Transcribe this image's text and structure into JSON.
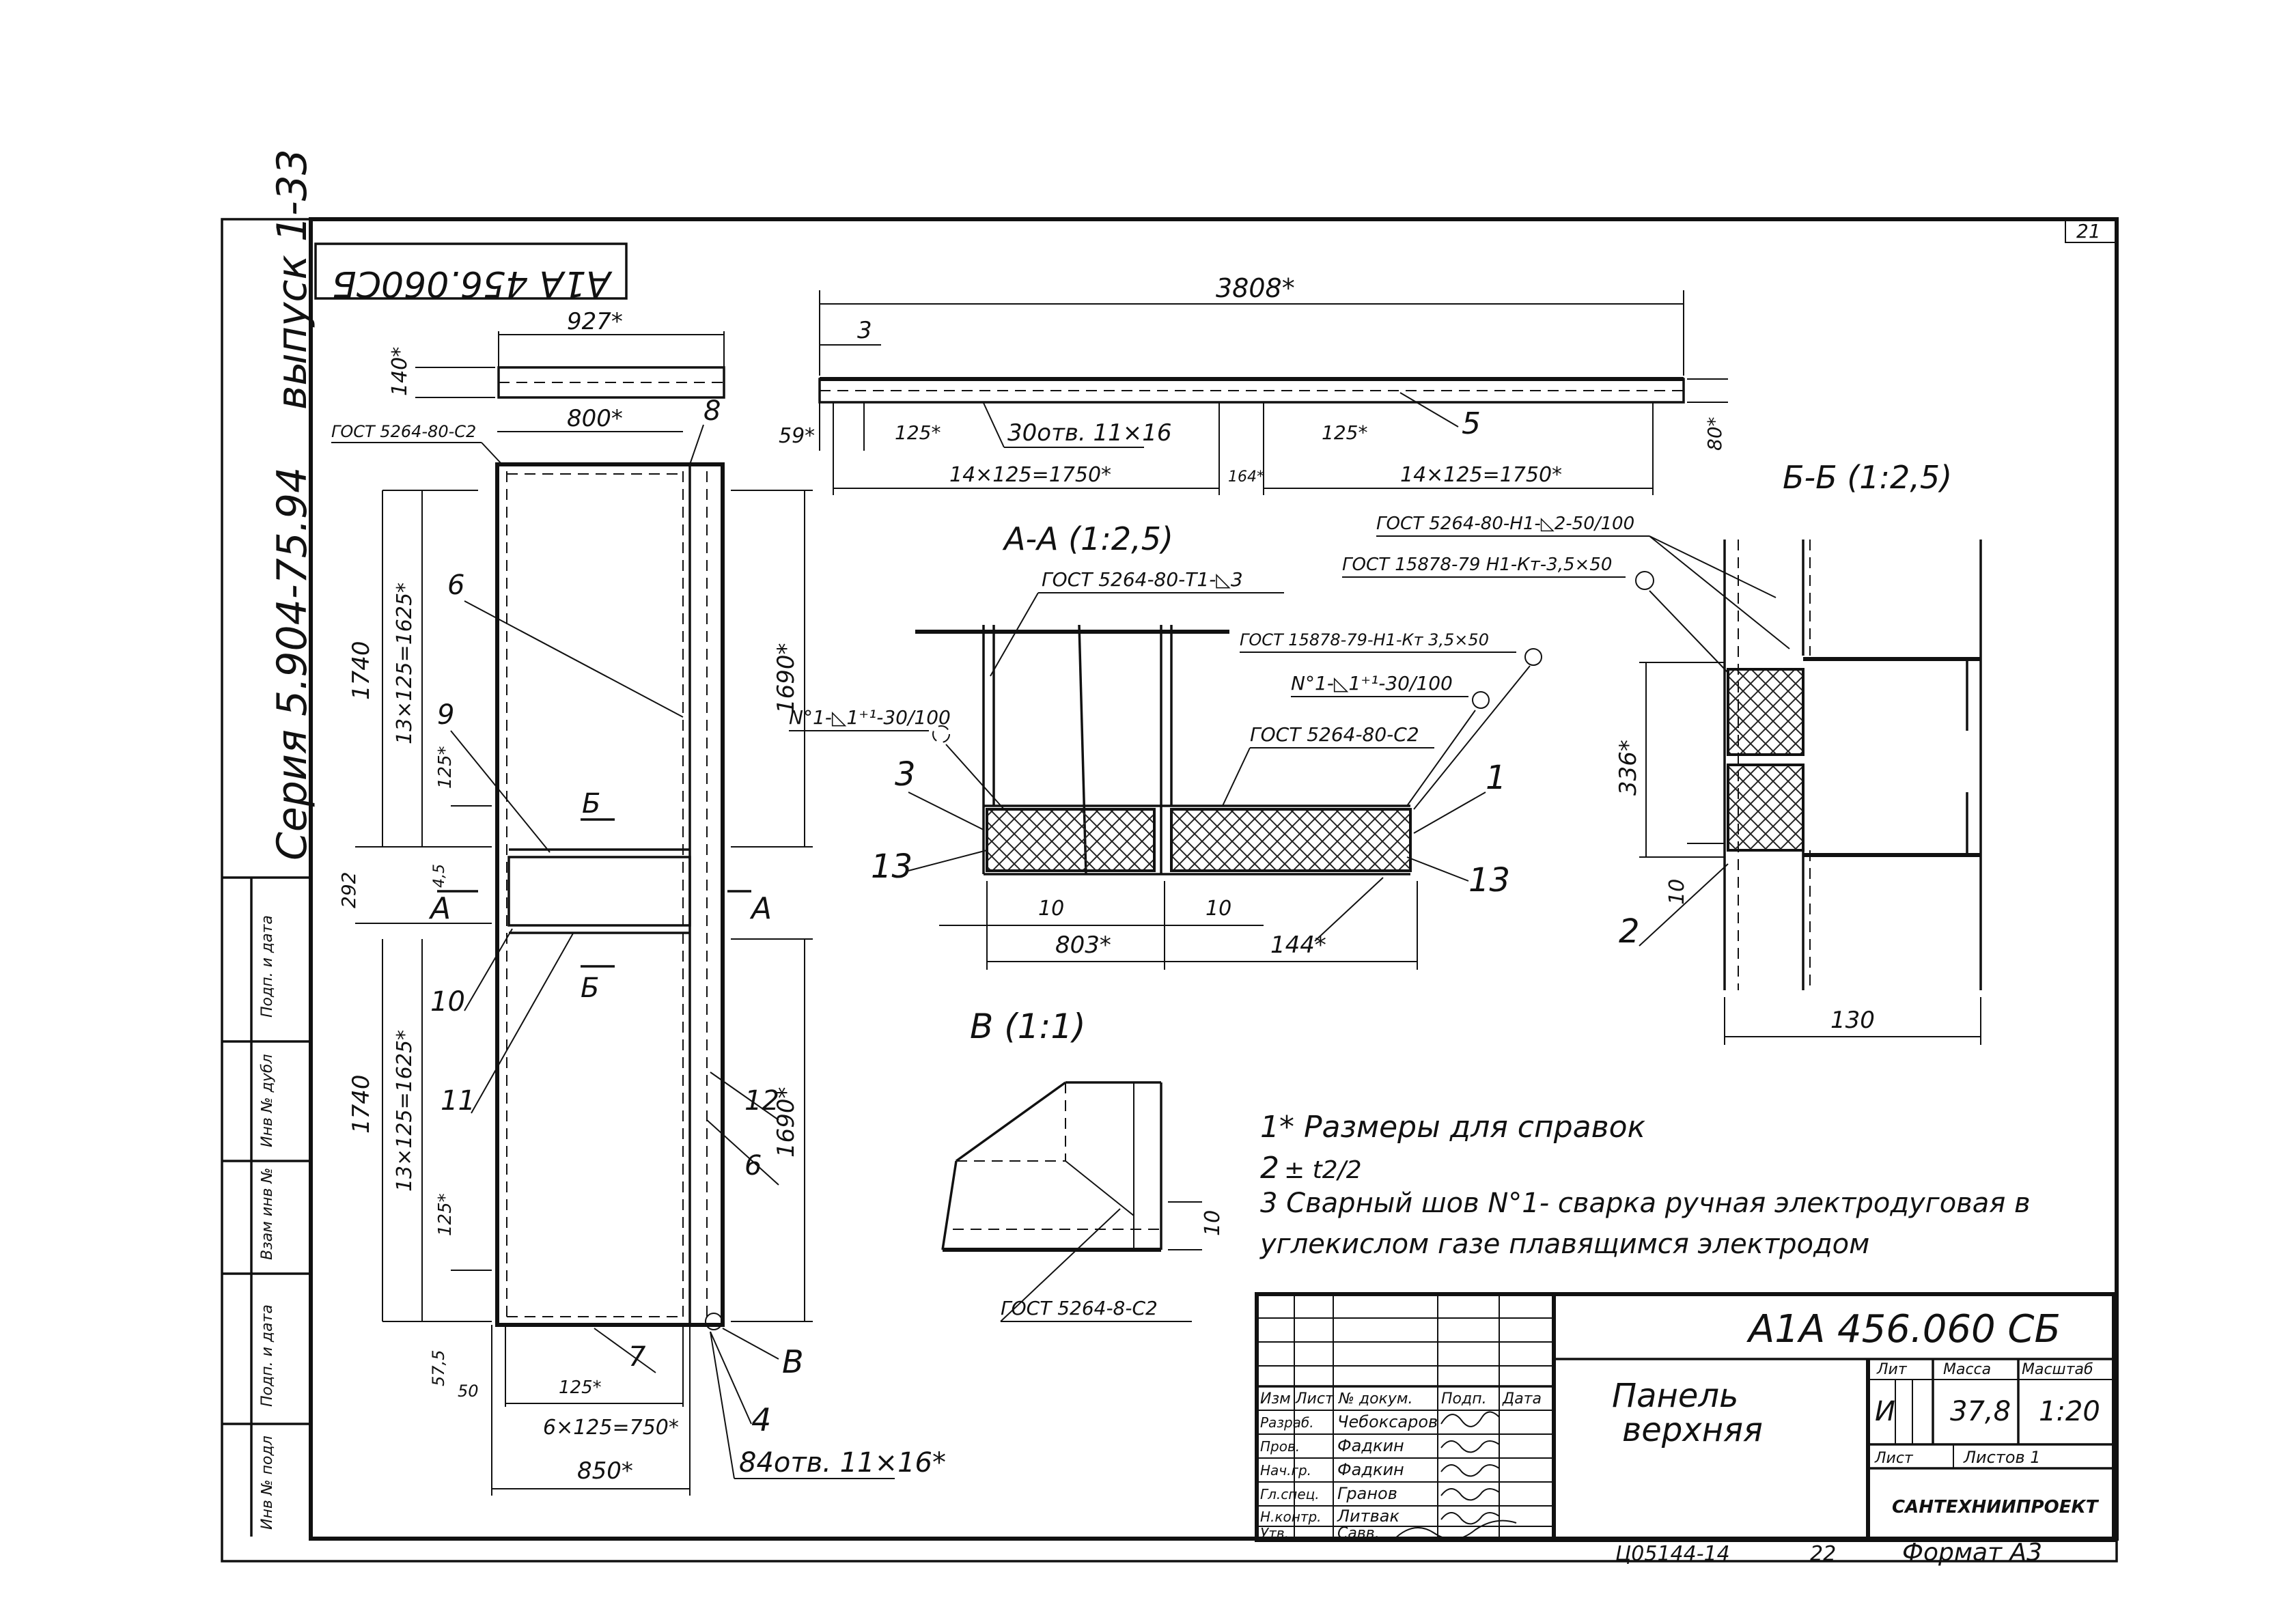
{
  "sheet": {
    "page_number": "21",
    "code_stamp_mirrored": "А1А 456.060СБ",
    "series_label": "Серия 5.904-75.94",
    "issue_label": "выпуск 1-33",
    "bottom_code": "Ц05144-14",
    "bottom_number": "22",
    "format_label": "Формат А3"
  },
  "left_strip": {
    "labels": [
      "Подп. и дата",
      "Инв № дубл",
      "Взам инв №",
      "Подп. и дата",
      "Инв № подл"
    ]
  },
  "top_view": {
    "dim_927": "927*",
    "dim_140": "140*"
  },
  "plan_view": {
    "dim_800": "800*",
    "dim_850": "850*",
    "dim_1740_top": "1740",
    "dim_1740_bottom": "1740",
    "dim_13x125_top": "13×125=1625*",
    "dim_13x125_bottom": "13×125=1625*",
    "dim_1690_top": "1690*",
    "dim_1690_bottom": "1690*",
    "dim_292": "292",
    "dim_45": "4,5",
    "dim_125_a": "125*",
    "dim_125_b": "125*",
    "dim_125_c": "125*",
    "dim_575": "57,5",
    "dim_50": "50",
    "dim_6x125": "6×125=750*",
    "holes_84": "84отв. 11×16*",
    "weld_gost": "ГОСТ 5264-80-С2",
    "section_A": "А",
    "section_B": "Б",
    "callout_V": "В",
    "callouts": [
      "8",
      "6",
      "9",
      "10",
      "11",
      "12",
      "6",
      "7",
      "4"
    ]
  },
  "side_view": {
    "dim_3808": "3808*",
    "dim_3": "3",
    "dim_59": "59*",
    "dim_125_l": "125*",
    "dim_125_r": "125*",
    "holes_30": "30отв. 11×16",
    "dim_14x125_l": "14×125=1750*",
    "dim_14x125_r": "14×125=1750*",
    "dim_164": "164*",
    "dim_80": "80*",
    "callout_5": "5"
  },
  "section_AA": {
    "title": "А-А (1:2,5)",
    "gost_t1": "ГОСТ 5264-80-Т1-◺3",
    "gost_15878": "ГОСТ 15878-79-Н1-Кт 3,5×50",
    "weld_n1_left": "N°1-◺1⁺¹-30/100",
    "weld_n1_right": "N°1-◺1⁺¹-30/100",
    "gost_c2": "ГОСТ 5264-80-С2",
    "dim_10_l": "10",
    "dim_10_r": "10",
    "dim_803": "803*",
    "dim_144": "144*",
    "callout_3": "3",
    "callout_1": "1",
    "callout_13_l": "13",
    "callout_13_r": "13"
  },
  "section_BB": {
    "title": "Б-Б (1:2,5)",
    "gost_h1": "ГОСТ 5264-80-Н1-◺2-50/100",
    "gost_15878": "ГОСТ 15878-79 Н1-Кт-3,5×50",
    "dim_336": "336*",
    "dim_10": "10",
    "dim_130": "130",
    "callout_2": "2"
  },
  "detail_V": {
    "title": "В (1:1)",
    "dim_10": "10",
    "gost": "ГОСТ 5264-8-С2"
  },
  "notes": {
    "n1": "1* Размеры для справок",
    "n2_prefix": "2",
    "n2_value": "± t2/2",
    "n3_line1": "3 Сварный шов N°1- сварка ручная электродуговая в",
    "n3_line2": "углекислом газе плавящимся электродом"
  },
  "title_block": {
    "doc_code": "А1А 456.060 СБ",
    "name_line1": "Панель",
    "name_line2": "верхняя",
    "col_headers": [
      "Изм",
      "Лист",
      "№ докум.",
      "Подп.",
      "Дата"
    ],
    "roles": [
      "Разраб.",
      "Пров.",
      "Нач.гр.",
      "Гл.спец.",
      "Н.контр.",
      "Утв."
    ],
    "names": [
      "Чебоксаров",
      "Фадкин",
      "Фадкин",
      "Гранов",
      "Литвак",
      "Савв."
    ],
    "lit_label": "Лит",
    "mass_label": "Масса",
    "scale_label": "Масштаб",
    "lit_value": "И",
    "mass_value": "37,8",
    "scale_value": "1:20",
    "sheet_label": "Лист",
    "sheets_label": "Листов 1",
    "organization": "САНТЕХНИИПРОЕКТ"
  }
}
